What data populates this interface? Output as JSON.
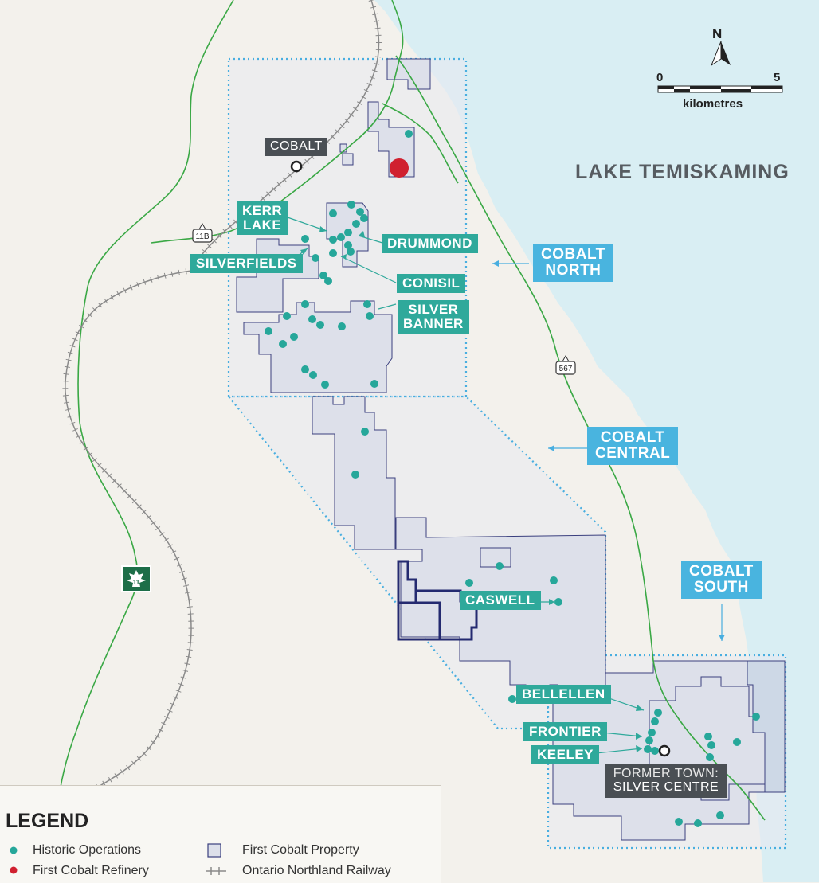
{
  "map": {
    "lake_label": "LAKE TEMISKAMING",
    "north_label": "N",
    "scale": {
      "start": "0",
      "end": "5",
      "unit": "kilometres"
    },
    "road_shields": [
      "11B",
      "567",
      "11"
    ],
    "towns": [
      {
        "id": "cobalt",
        "name": "COBALT"
      },
      {
        "id": "silver-centre",
        "name_line1": "FORMER TOWN:",
        "name_line2": "SILVER CENTRE"
      }
    ],
    "zones": [
      {
        "id": "cobalt-north",
        "line1": "COBALT",
        "line2": "NORTH"
      },
      {
        "id": "cobalt-central",
        "line1": "COBALT",
        "line2": "CENTRAL"
      },
      {
        "id": "cobalt-south",
        "line1": "COBALT",
        "line2": "SOUTH"
      }
    ],
    "operations": [
      {
        "id": "kerr-lake",
        "line1": "KERR",
        "line2": "LAKE"
      },
      {
        "id": "drummond",
        "line1": "DRUMMOND"
      },
      {
        "id": "silverfields",
        "line1": "SILVERFIELDS"
      },
      {
        "id": "conisil",
        "line1": "CONISIL"
      },
      {
        "id": "silver-banner",
        "line1": "SILVER",
        "line2": "BANNER"
      },
      {
        "id": "caswell",
        "line1": "CASWELL"
      },
      {
        "id": "bellellen",
        "line1": "BELLELLEN"
      },
      {
        "id": "frontier",
        "line1": "FRONTIER"
      },
      {
        "id": "keeley",
        "line1": "KEELEY"
      }
    ],
    "colors": {
      "water": "#d9eef3",
      "land": "#f3f1ec",
      "property_fill": "#e4e6ee",
      "property_stroke": "#3a3f7e",
      "zone_border": "#48aee0",
      "historic_op": "#26a79a",
      "refinery": "#d0202f",
      "road": "#3aa845",
      "railway": "#8a8a8a"
    }
  },
  "legend": {
    "title": "LEGEND",
    "items": [
      {
        "id": "historic",
        "label": "Historic Operations"
      },
      {
        "id": "refinery",
        "label": "First Cobalt Refinery"
      },
      {
        "id": "property",
        "label": "First Cobalt Property"
      },
      {
        "id": "railway",
        "label": "Ontario Northland Railway"
      }
    ]
  }
}
